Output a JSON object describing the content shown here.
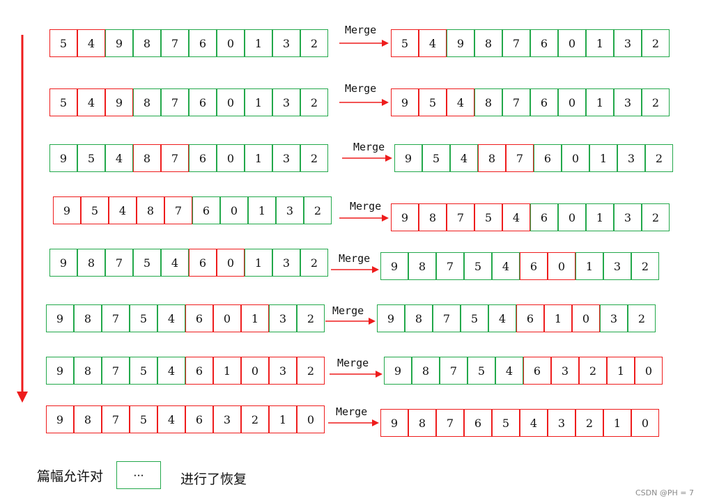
{
  "merge_label": "Merge",
  "rows": [
    {
      "before": {
        "values": [
          5,
          4,
          9,
          8,
          7,
          6,
          0,
          1,
          3,
          2
        ],
        "highlight": [
          0,
          1
        ]
      },
      "after": {
        "values": [
          5,
          4,
          9,
          8,
          7,
          6,
          0,
          1,
          3,
          2
        ],
        "highlight": [
          0,
          1
        ]
      }
    },
    {
      "before": {
        "values": [
          5,
          4,
          9,
          8,
          7,
          6,
          0,
          1,
          3,
          2
        ],
        "highlight": [
          0,
          1,
          2
        ]
      },
      "after": {
        "values": [
          9,
          5,
          4,
          8,
          7,
          6,
          0,
          1,
          3,
          2
        ],
        "highlight": [
          0,
          1,
          2
        ]
      }
    },
    {
      "before": {
        "values": [
          9,
          5,
          4,
          8,
          7,
          6,
          0,
          1,
          3,
          2
        ],
        "highlight": [
          3,
          4
        ]
      },
      "after": {
        "values": [
          9,
          5,
          4,
          8,
          7,
          6,
          0,
          1,
          3,
          2
        ],
        "highlight": [
          3,
          4
        ]
      }
    },
    {
      "before": {
        "values": [
          9,
          5,
          4,
          8,
          7,
          6,
          0,
          1,
          3,
          2
        ],
        "highlight": [
          0,
          1,
          2,
          3,
          4
        ]
      },
      "after": {
        "values": [
          9,
          8,
          7,
          5,
          4,
          6,
          0,
          1,
          3,
          2
        ],
        "highlight": [
          0,
          1,
          2,
          3,
          4
        ]
      }
    },
    {
      "before": {
        "values": [
          9,
          8,
          7,
          5,
          4,
          6,
          0,
          1,
          3,
          2
        ],
        "highlight": [
          5,
          6
        ]
      },
      "after": {
        "values": [
          9,
          8,
          7,
          5,
          4,
          6,
          0,
          1,
          3,
          2
        ],
        "highlight": [
          5,
          6
        ]
      }
    },
    {
      "before": {
        "values": [
          9,
          8,
          7,
          5,
          4,
          6,
          0,
          1,
          3,
          2
        ],
        "highlight": [
          5,
          6,
          7
        ]
      },
      "after": {
        "values": [
          9,
          8,
          7,
          5,
          4,
          6,
          1,
          0,
          3,
          2
        ],
        "highlight": [
          5,
          6,
          7
        ]
      }
    },
    {
      "before": {
        "values": [
          9,
          8,
          7,
          5,
          4,
          6,
          1,
          0,
          3,
          2
        ],
        "highlight": [
          5,
          6,
          7,
          8,
          9
        ]
      },
      "after": {
        "values": [
          9,
          8,
          7,
          5,
          4,
          6,
          3,
          2,
          1,
          0
        ],
        "highlight": [
          5,
          6,
          7,
          8,
          9
        ]
      }
    },
    {
      "before": {
        "values": [
          9,
          8,
          7,
          5,
          4,
          6,
          3,
          2,
          1,
          0
        ],
        "highlight": [
          0,
          1,
          2,
          3,
          4,
          5,
          6,
          7,
          8,
          9
        ]
      },
      "after": {
        "values": [
          9,
          8,
          7,
          6,
          5,
          4,
          3,
          2,
          1,
          0
        ],
        "highlight": [
          0,
          1,
          2,
          3,
          4,
          5,
          6,
          7,
          8,
          9
        ]
      }
    }
  ],
  "legend": {
    "prefix": "篇幅允许对",
    "box_text": "···",
    "suffix": "进行了恢复"
  },
  "credit": "CSDN @PH = 7",
  "colors": {
    "highlight": "#ee1c1c",
    "normal": "#22a84a",
    "arrow": "#ee1c1c"
  }
}
